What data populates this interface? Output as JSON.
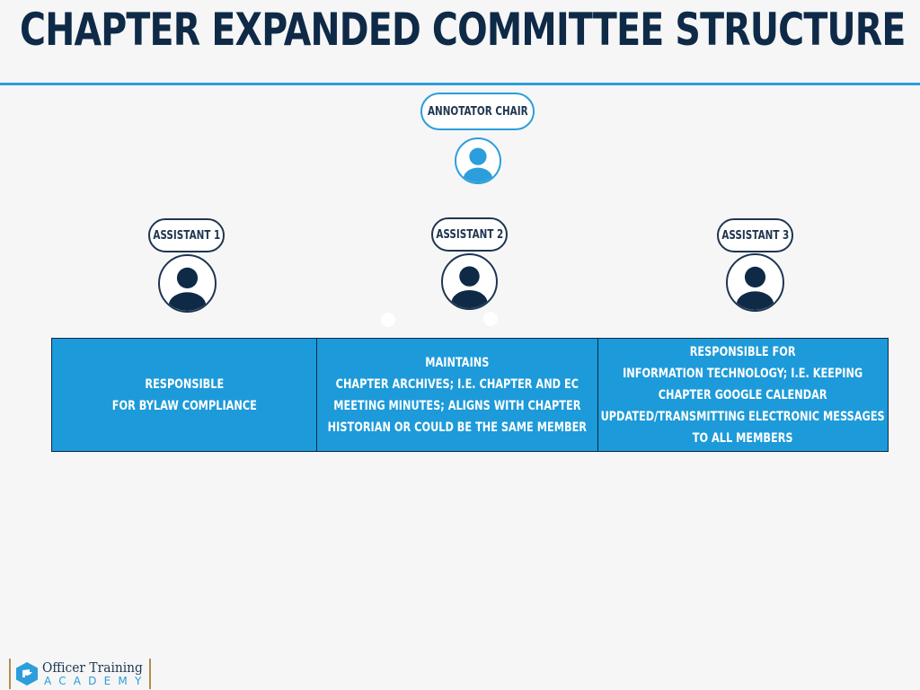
{
  "title": "CHAPTER EXPANDED COMMITTEE STRUCTURE",
  "chair": {
    "label": "ANNOTATOR CHAIR",
    "avatar_icon": "person-avatar-icon"
  },
  "assistants": [
    {
      "label": "ASSISTANT 1",
      "avatar_icon": "person-avatar-icon"
    },
    {
      "label": "ASSISTANT 2",
      "avatar_icon": "person-avatar-icon"
    },
    {
      "label": "ASSISTANT 3",
      "avatar_icon": "person-avatar-icon"
    }
  ],
  "responsibilities": [
    "RESPONSIBLE\nFOR BYLAW COMPLIANCE",
    "MAINTAINS\nCHAPTER ARCHIVES; I.E. CHAPTER AND EC\nMEETING MINUTES; ALIGNS WITH CHAPTER\nHISTORIAN OR COULD BE THE SAME MEMBER",
    "RESPONSIBLE FOR\nINFORMATION TECHNOLOGY; I.E. KEEPING\nCHAPTER GOOGLE CALENDAR\nUPDATED/TRANSMITTING ELECTRONIC MESSAGES\nTO ALL MEMBERS"
  ],
  "logo": {
    "line1": "Officer Training",
    "line2": "ACADEMY"
  },
  "colors": {
    "navy": "#0e2a47",
    "accent_blue": "#2b9edb",
    "cell_blue": "#1d9ad9",
    "background": "#f6f6f7",
    "gold": "#b28e4e"
  }
}
